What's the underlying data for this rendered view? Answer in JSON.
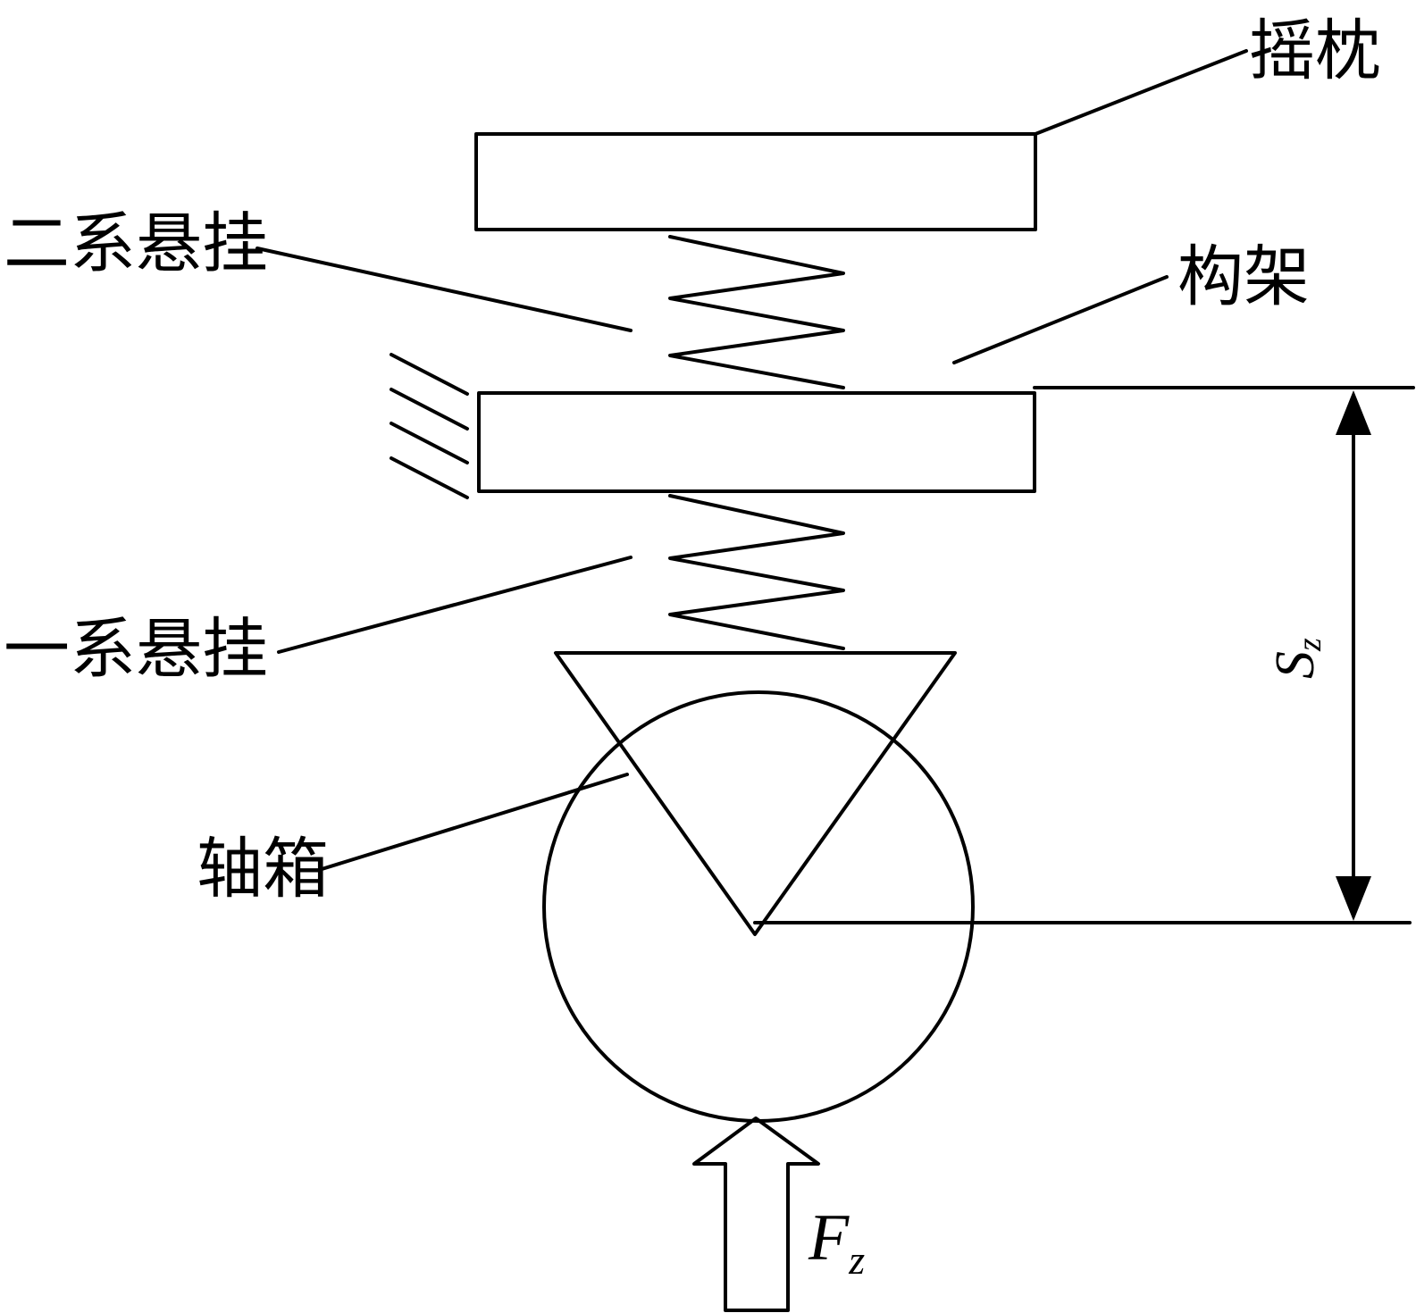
{
  "figure": {
    "description": "Vertical suspension model: bolster, secondary suspension, bogie frame, primary suspension, axle box, with vertical force and displacement",
    "stroke_color": "#000000",
    "background_color": "#ffffff"
  },
  "labels": {
    "bolster": "摇枕",
    "secondary_suspension": "二系悬挂",
    "frame": "构架",
    "primary_suspension": "一系悬挂",
    "axle_box": "轴箱"
  },
  "symbols": {
    "displacement": {
      "main": "S",
      "subscript": "z"
    },
    "force": {
      "main": "F",
      "subscript": "z"
    }
  },
  "components": [
    {
      "id": "bolster",
      "shape": "rectangle"
    },
    {
      "id": "secondary-spring",
      "shape": "zigzag-spring",
      "turns": 3
    },
    {
      "id": "frame",
      "shape": "rectangle",
      "hatched_side": "left",
      "hatch_lines": 4
    },
    {
      "id": "primary-spring",
      "shape": "zigzag-spring",
      "turns": 3
    },
    {
      "id": "axle-box",
      "shape": "inverted-triangle"
    },
    {
      "id": "wheel",
      "shape": "circle"
    },
    {
      "id": "force-arrow",
      "shape": "hollow-arrow",
      "direction": "up"
    },
    {
      "id": "displacement-dimension",
      "shape": "double-arrow",
      "direction": "vertical"
    }
  ]
}
